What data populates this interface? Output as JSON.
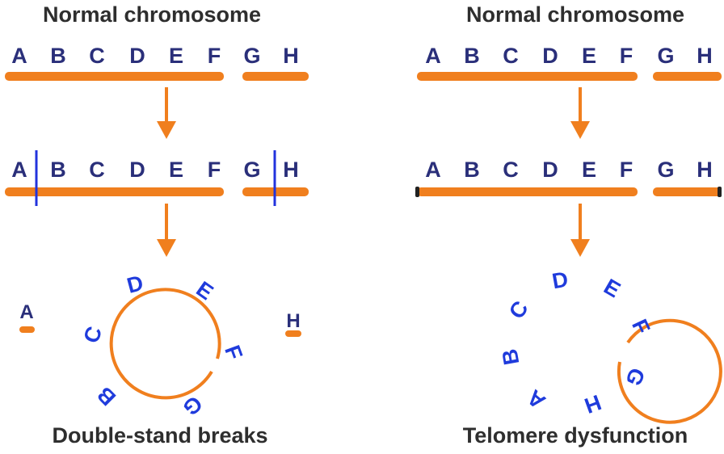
{
  "left": {
    "title": "Normal chromosome",
    "genes": [
      "A",
      "B",
      "C",
      "D",
      "E",
      "F",
      "G",
      "H"
    ],
    "caption": "Double-stand breaks",
    "ring_labels": [
      "B",
      "C",
      "D",
      "E",
      "F",
      "G"
    ],
    "fragments": [
      "A",
      "H"
    ]
  },
  "right": {
    "title": "Normal chromosome",
    "genes": [
      "A",
      "B",
      "C",
      "D",
      "E",
      "F",
      "G",
      "H"
    ],
    "caption": "Telomere dysfunction",
    "ring_labels": [
      "A",
      "B",
      "C",
      "D",
      "E",
      "F",
      "G",
      "H"
    ]
  },
  "colors": {
    "chromosome": "#f07f1e",
    "gene_text": "#2a2f7a",
    "ring_text": "#1f3bdc",
    "break_mark": "#2233dd",
    "telomere_cap": "#222222"
  }
}
